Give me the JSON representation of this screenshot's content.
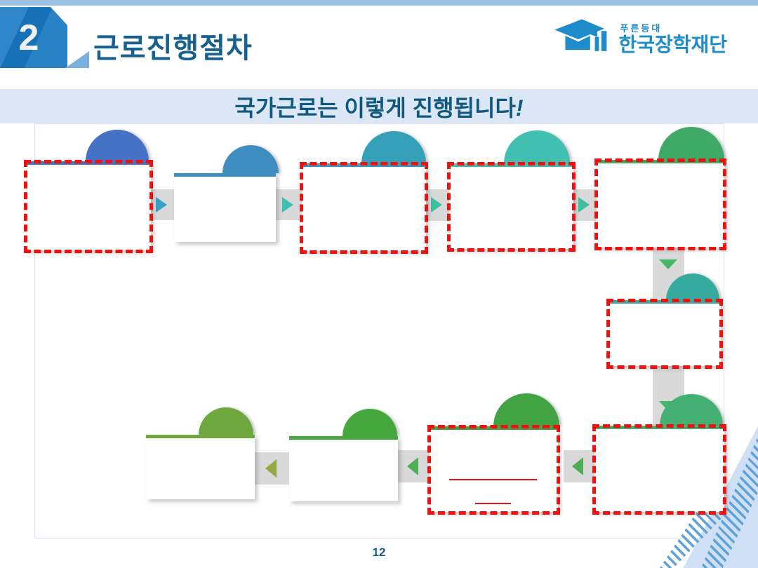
{
  "slide": {
    "section_number": "2",
    "title": "근로진행절차",
    "subtitle": "국가근로는 이렇게 진행됩니다",
    "subtitle_exclaim": "!",
    "page_number": "12"
  },
  "logo": {
    "tagline": "푸른등대",
    "org_name": "한국장학재단",
    "color": "#1e8cca"
  },
  "flow": {
    "steps": [
      {
        "id": 1,
        "accent": "#4472c4",
        "redacted": true,
        "text": ""
      },
      {
        "id": 2,
        "accent": "#3d8dc0",
        "redacted": false,
        "text": ""
      },
      {
        "id": 3,
        "accent": "#35a0ba",
        "redacted": true,
        "text": ""
      },
      {
        "id": 4,
        "accent": "#41c0b2",
        "redacted": true,
        "text": ""
      },
      {
        "id": 5,
        "accent": "#3fa968",
        "redacted": true,
        "text": ""
      },
      {
        "id": 6,
        "accent": "#35ab9f",
        "redacted": true,
        "text": ""
      },
      {
        "id": 7,
        "accent": "#44b073",
        "redacted": true,
        "text": ""
      },
      {
        "id": 8,
        "accent": "#42a342",
        "redacted": true,
        "text": "",
        "red_underlines": 2
      },
      {
        "id": 9,
        "accent": "#45a83c",
        "redacted": false,
        "text": ""
      },
      {
        "id": 10,
        "accent": "#6fa83e",
        "redacted": false,
        "text": ""
      }
    ],
    "arrow_colors": {
      "right_1": "#369fc4",
      "right_2": "#3fbfb2",
      "right_3": "#3fbf9e",
      "right_4": "#3fbfa0",
      "down": "#45b868",
      "left_green": "#4fae53",
      "left_olive": "#94a844"
    }
  },
  "colors": {
    "top_bar": "#9cc3e6",
    "badge": "#1878c2",
    "badge_triangle": "#7ab0dd",
    "title_text": "#17608f",
    "banner_bg": "#dbe7f4",
    "banner_text": "#11587f",
    "content_border": "#d9e4f0",
    "connector_gray": "#d9d9d9",
    "redaction_red": "#f01010",
    "decoration_stripe": "#5fa2d8",
    "decoration_solid": "#cfdff4"
  }
}
